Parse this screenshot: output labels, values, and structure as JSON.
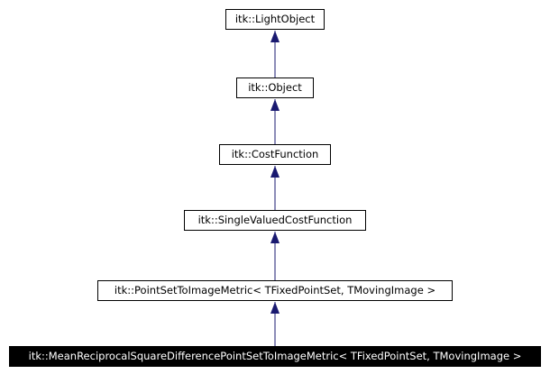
{
  "diagram": {
    "type": "inheritance-graph",
    "nodes": [
      {
        "id": "light_object",
        "label": "itk::LightObject",
        "linked": true
      },
      {
        "id": "object",
        "label": "itk::Object",
        "linked": true
      },
      {
        "id": "cost_function",
        "label": "itk::CostFunction",
        "linked": true
      },
      {
        "id": "single_valued_cost_function",
        "label": "itk::SingleValuedCostFunction",
        "linked": true
      },
      {
        "id": "point_set_to_image_metric",
        "label": "itk::PointSetToImageMetric< TFixedPointSet, TMovingImage >",
        "linked": true
      },
      {
        "id": "mean_reciprocal_metric",
        "label": "itk::MeanReciprocalSquareDifferencePointSetToImageMetric< TFixedPointSet, TMovingImage >",
        "linked": false,
        "highlighted": true
      }
    ],
    "edges": [
      {
        "from": "object",
        "to": "light_object",
        "relation": "inherits"
      },
      {
        "from": "cost_function",
        "to": "object",
        "relation": "inherits"
      },
      {
        "from": "single_valued_cost_function",
        "to": "cost_function",
        "relation": "inherits"
      },
      {
        "from": "point_set_to_image_metric",
        "to": "single_valued_cost_function",
        "relation": "inherits"
      },
      {
        "from": "mean_reciprocal_metric",
        "to": "point_set_to_image_metric",
        "relation": "inherits"
      }
    ],
    "colors": {
      "node_border": "#000000",
      "node_fill": "#ffffff",
      "highlight_fill": "#000000",
      "highlight_text": "#ffffff",
      "edge": "#191970"
    }
  }
}
